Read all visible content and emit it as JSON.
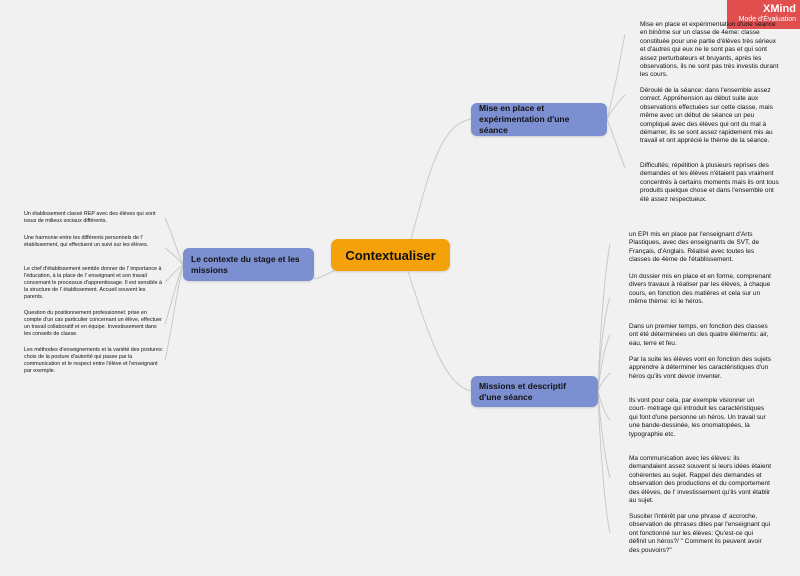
{
  "badge": {
    "title": "XMind",
    "subtitle": "Mode d'Évaluation"
  },
  "central": {
    "label": "Contextualiser"
  },
  "topics": {
    "mise": "Mise en place et expérimentation d'une séance",
    "contexte": "Le contexte du stage et les missions",
    "missions": "Missions et descriptif d'une séance"
  },
  "notes": {
    "mise": [
      "Mise en place et expérimentation d'une séance en binôme sur un classe de 4eme: classe constituée pour une partie d'élèves très sérieux et d'autres qui eux ne le sont pas et qui sont assez perturbateurs et bruyants, après les observations, ils ne sont pas très investis durant les cours.",
      "Déroulé de la séance: dans l'ensemble assez correct. Appréhension au début suite aux observations effectuées sur cette classe, mais même  avec un début de séance un peu compliqué avec des élèves qui ont du mal à démarrer, ils se sont assez rapidement mis au travail et ont apprécié le thème de la séance.",
      "Difficultés; répétition à plusieurs reprises des demandes et les élèves n'étaient pas vraiment concentrés à certains moments mais ils ont tous produits quelque chose et dans l'ensemble ont été assez respectueux."
    ],
    "contexte": [
      "Un établissement classé REP avec des élèves qui sont issus de milieux sociaux différents.",
      "Une harmonie entre les différents personnels de l' établissement, qui effectuent un suivi sur les élèves.",
      "Le chef d'établissement semble donner de l' importance à l'éducation, à la place de l' enseignant et son travail concernant le processus d'apprentissage. Il est sensible à la structure de l' établissement. Accueil souvent les parents.",
      "Question du positionnement professionnel: prise en compte d'un cas particulier concernant un élève, effectuer un travail collaboratif et en équipe. Investissement dans les conseils de classe.",
      "Les méthodes d'enseignements et la variété des postures: choix de la posture d'autorité qui passe par la communication et le respect entre l'élève et l'enseignant par exemple."
    ],
    "missions": [
      "un EPI mis en place par l'enseignant d'Arts Plastiques, avec des enseignants de SVT, de Français, d'Anglais. Réalisé avec toutes les classes de 4ème de l'établissement.",
      "Un dossier mis en place et en forme, comprenant divers travaux à réaliser par les élèves, à chaque cours, en fonction des matières et cela sur un même thème: ici le héros.",
      "Dans un premier temps, en fonction des classes ont été déterminées un des quatre éléments: air, eau, terre et feu.",
      "Par la suite les élèves vont en fonction des sujets apprendre à déterminer les caractéristiques d'un héros qu'ils vont devoir inventer.",
      "Ils vont pour cela, par exemple visionner un court- métrage qui introduit les caractéristiques qui font d'une personne un héros. Un travail sur une bande-dessinée, les onomatopées, la typographie etc.",
      "Ma communication avec les élèves: ils demandaient assez souvent si leurs idées étaient cohérentes au sujet. Rappel des demandes et observation des productions et du comportement des élèves, de l' investissement qu'ils vont établir au sujet.",
      "Susciter l'intérêt par une phrase d' accroche, observation de phrases dites par l'enseignant qui ont fonctionné sur les élèves: Qu'est-ce qui définit un héros?/ \" Comment ils peuvent avoir des pouvoirs?\""
    ]
  }
}
